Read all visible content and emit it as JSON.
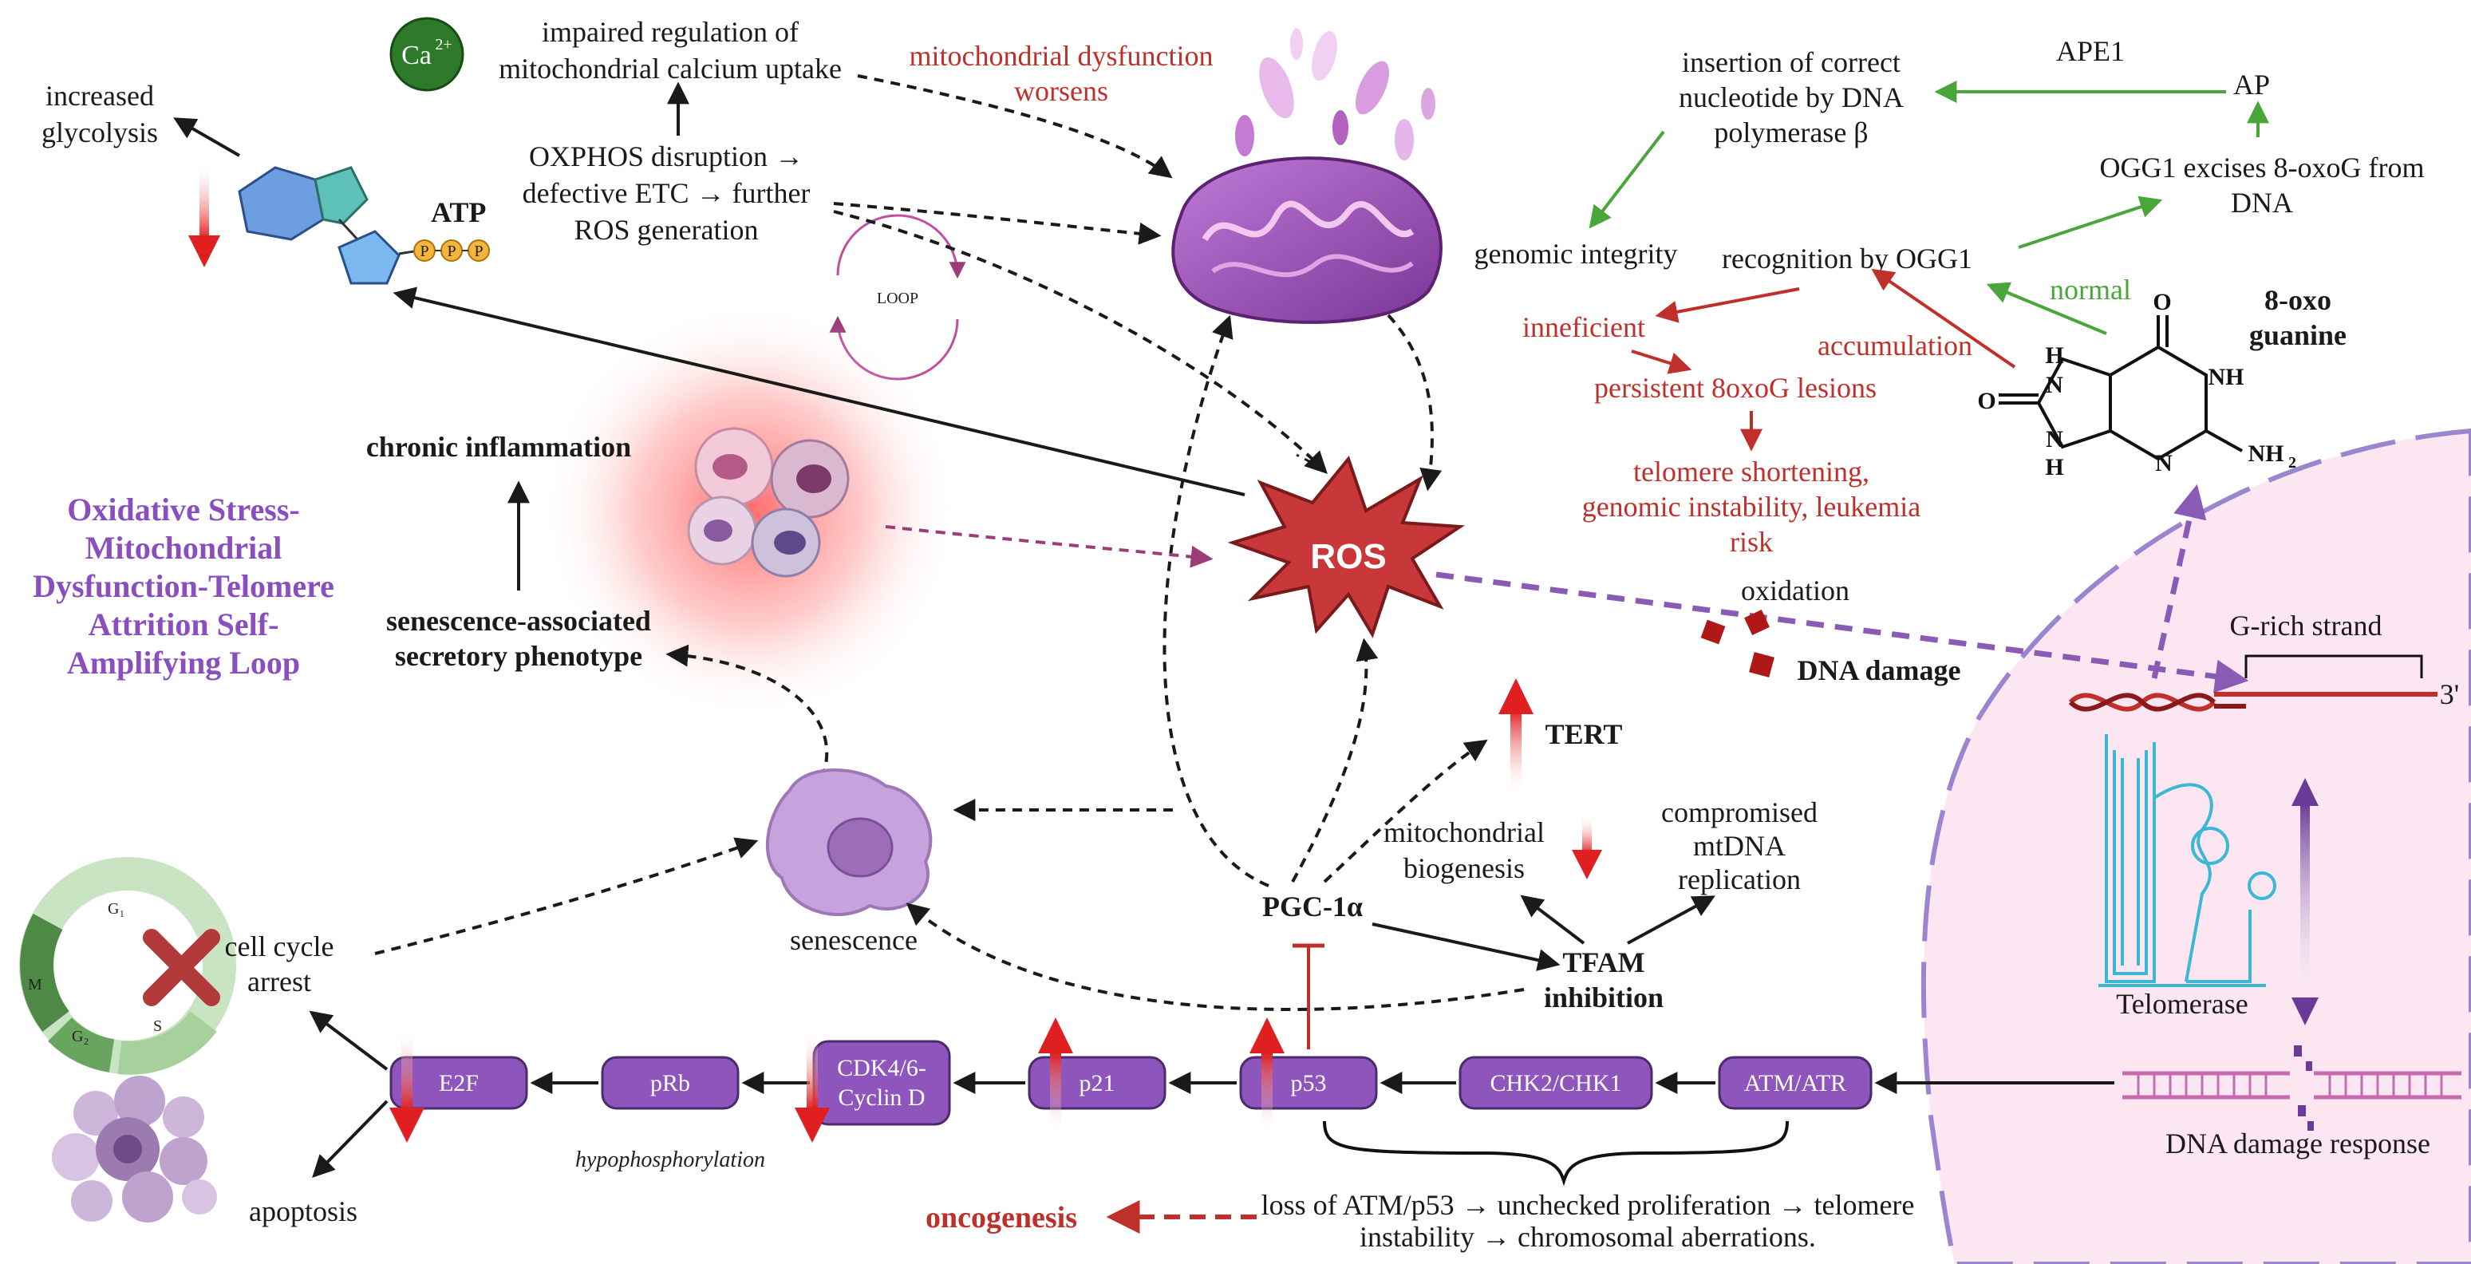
{
  "title": [
    "Oxidative Stress-",
    "Mitochondrial",
    "Dysfunction-Telomere",
    "Attrition Self-",
    "Amplifying Loop"
  ],
  "labels": {
    "increased_glycolysis": [
      "increased",
      "glycolysis"
    ],
    "atp": "ATP",
    "atp_p": "P",
    "calcium": "Ca",
    "calcium_sup": "2+",
    "impaired_regulation": [
      "impaired regulation of",
      "mitochondrial calcium uptake"
    ],
    "oxphos": [
      "OXPHOS disruption →",
      "defective ETC →  further",
      "ROS generation"
    ],
    "loop": "LOOP",
    "mito_worsens": [
      "mitochondrial dysfunction",
      "worsens"
    ],
    "insertion": [
      "insertion of correct",
      "nucleotide by DNA",
      "polymerase β"
    ],
    "ape1": "APE1",
    "ap": "AP",
    "ogg1_excises": [
      "OGG1 excises 8-oxoG from",
      "DNA"
    ],
    "genomic_integrity": "genomic integrity",
    "recognition": "recognition by OGG1",
    "normal": "normal",
    "inneficient": "inneficient",
    "accumulation": "accumulation",
    "persistent": "persistent 8oxoG lesions",
    "telomere_shortening": [
      "telomere shortening,",
      "genomic instability, leukemia",
      "risk"
    ],
    "oxoguanine": [
      "8-oxo",
      "guanine"
    ],
    "chem_o": "O",
    "chem_nh": "NH",
    "chem_n": "N",
    "chem_h": "H",
    "chem_nh2": "NH",
    "chem_nh2_sub": "2",
    "chronic_inflammation": "chronic inflammation",
    "ros": "ROS",
    "oxidation": "oxidation",
    "dna_damage": "DNA damage",
    "g_rich": "G-rich strand",
    "three_prime": "3'",
    "sasp": [
      "senescence-associated",
      "secretory phenotype"
    ],
    "tert": "TERT",
    "mito_biogenesis": [
      "mitochondrial",
      "biogenesis"
    ],
    "compromised": [
      "compromised",
      "mtDNA",
      "replication"
    ],
    "senescence": "senescence",
    "pgc": "PGC-1α",
    "tfam": [
      "TFAM",
      "inhibition"
    ],
    "cell_cycle_arrest": [
      "cell cycle",
      "arrest"
    ],
    "cycle_g1": "G₁",
    "cycle_s": "S",
    "cycle_g2": "G₂",
    "cycle_m": "M",
    "apoptosis": "apoptosis",
    "hypophosphorylation": "hypophosphorylation",
    "oncogenesis": "oncogenesis",
    "loss_atm": [
      "loss of ATM/p53 → unchecked proliferation → telomere",
      "instability → chromosomal aberrations."
    ],
    "telomerase": "Telomerase",
    "ddr": "DNA damage response"
  },
  "nodes": {
    "e2f": "E2F",
    "prb": "pRb",
    "cdk": [
      "CDK4/6-",
      "Cyclin D"
    ],
    "p21": "p21",
    "p53": "p53",
    "chk": "CHK2/CHK1",
    "atm": "ATM/ATR"
  },
  "colors": {
    "purple_node": "#8e56bd",
    "red": "#c0302a",
    "green": "#4aa53a",
    "title_purple": "#8a4fbf",
    "arrow_red": "#e02020",
    "cell_pink": "#fbe6f2"
  }
}
